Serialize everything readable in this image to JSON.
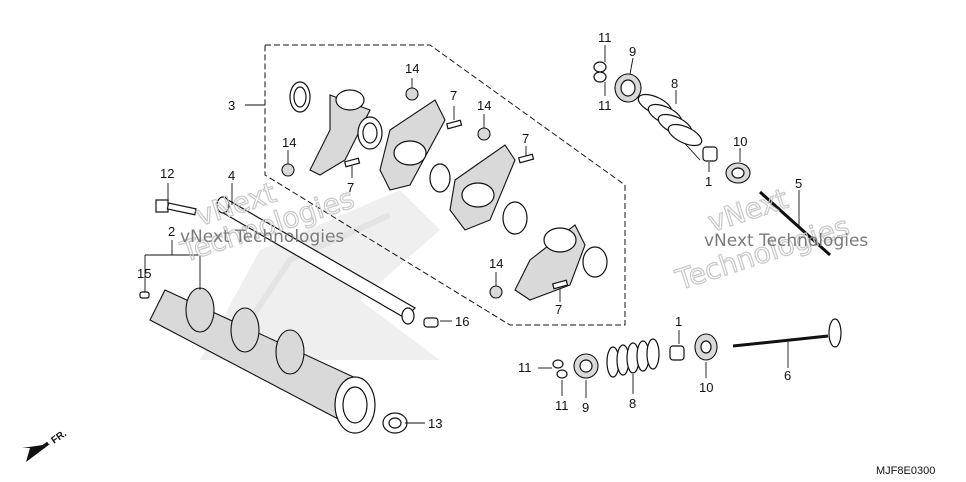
{
  "diagram": {
    "reference_code": "MJF8E0300",
    "front_arrow_label": "FR.",
    "watermark_lines": [
      "vNext Technologies",
      "vNext Technologies"
    ],
    "watermark_outline": [
      "vNext",
      "Technologies"
    ],
    "callouts": {
      "c1a": "1",
      "c1b": "1",
      "c2": "2",
      "c3": "3",
      "c4": "4",
      "c5": "5",
      "c6": "6",
      "c7a": "7",
      "c7b": "7",
      "c7c": "7",
      "c7d": "7",
      "c8a": "8",
      "c8b": "8",
      "c9a": "9",
      "c9b": "9",
      "c10a": "10",
      "c10b": "10",
      "c11a": "11",
      "c11b": "11",
      "c11c": "11",
      "c11d": "11",
      "c12": "12",
      "c13": "13",
      "c14a": "14",
      "c14b": "14",
      "c14c": "14",
      "c14d": "14",
      "c15": "15",
      "c16": "16"
    }
  }
}
